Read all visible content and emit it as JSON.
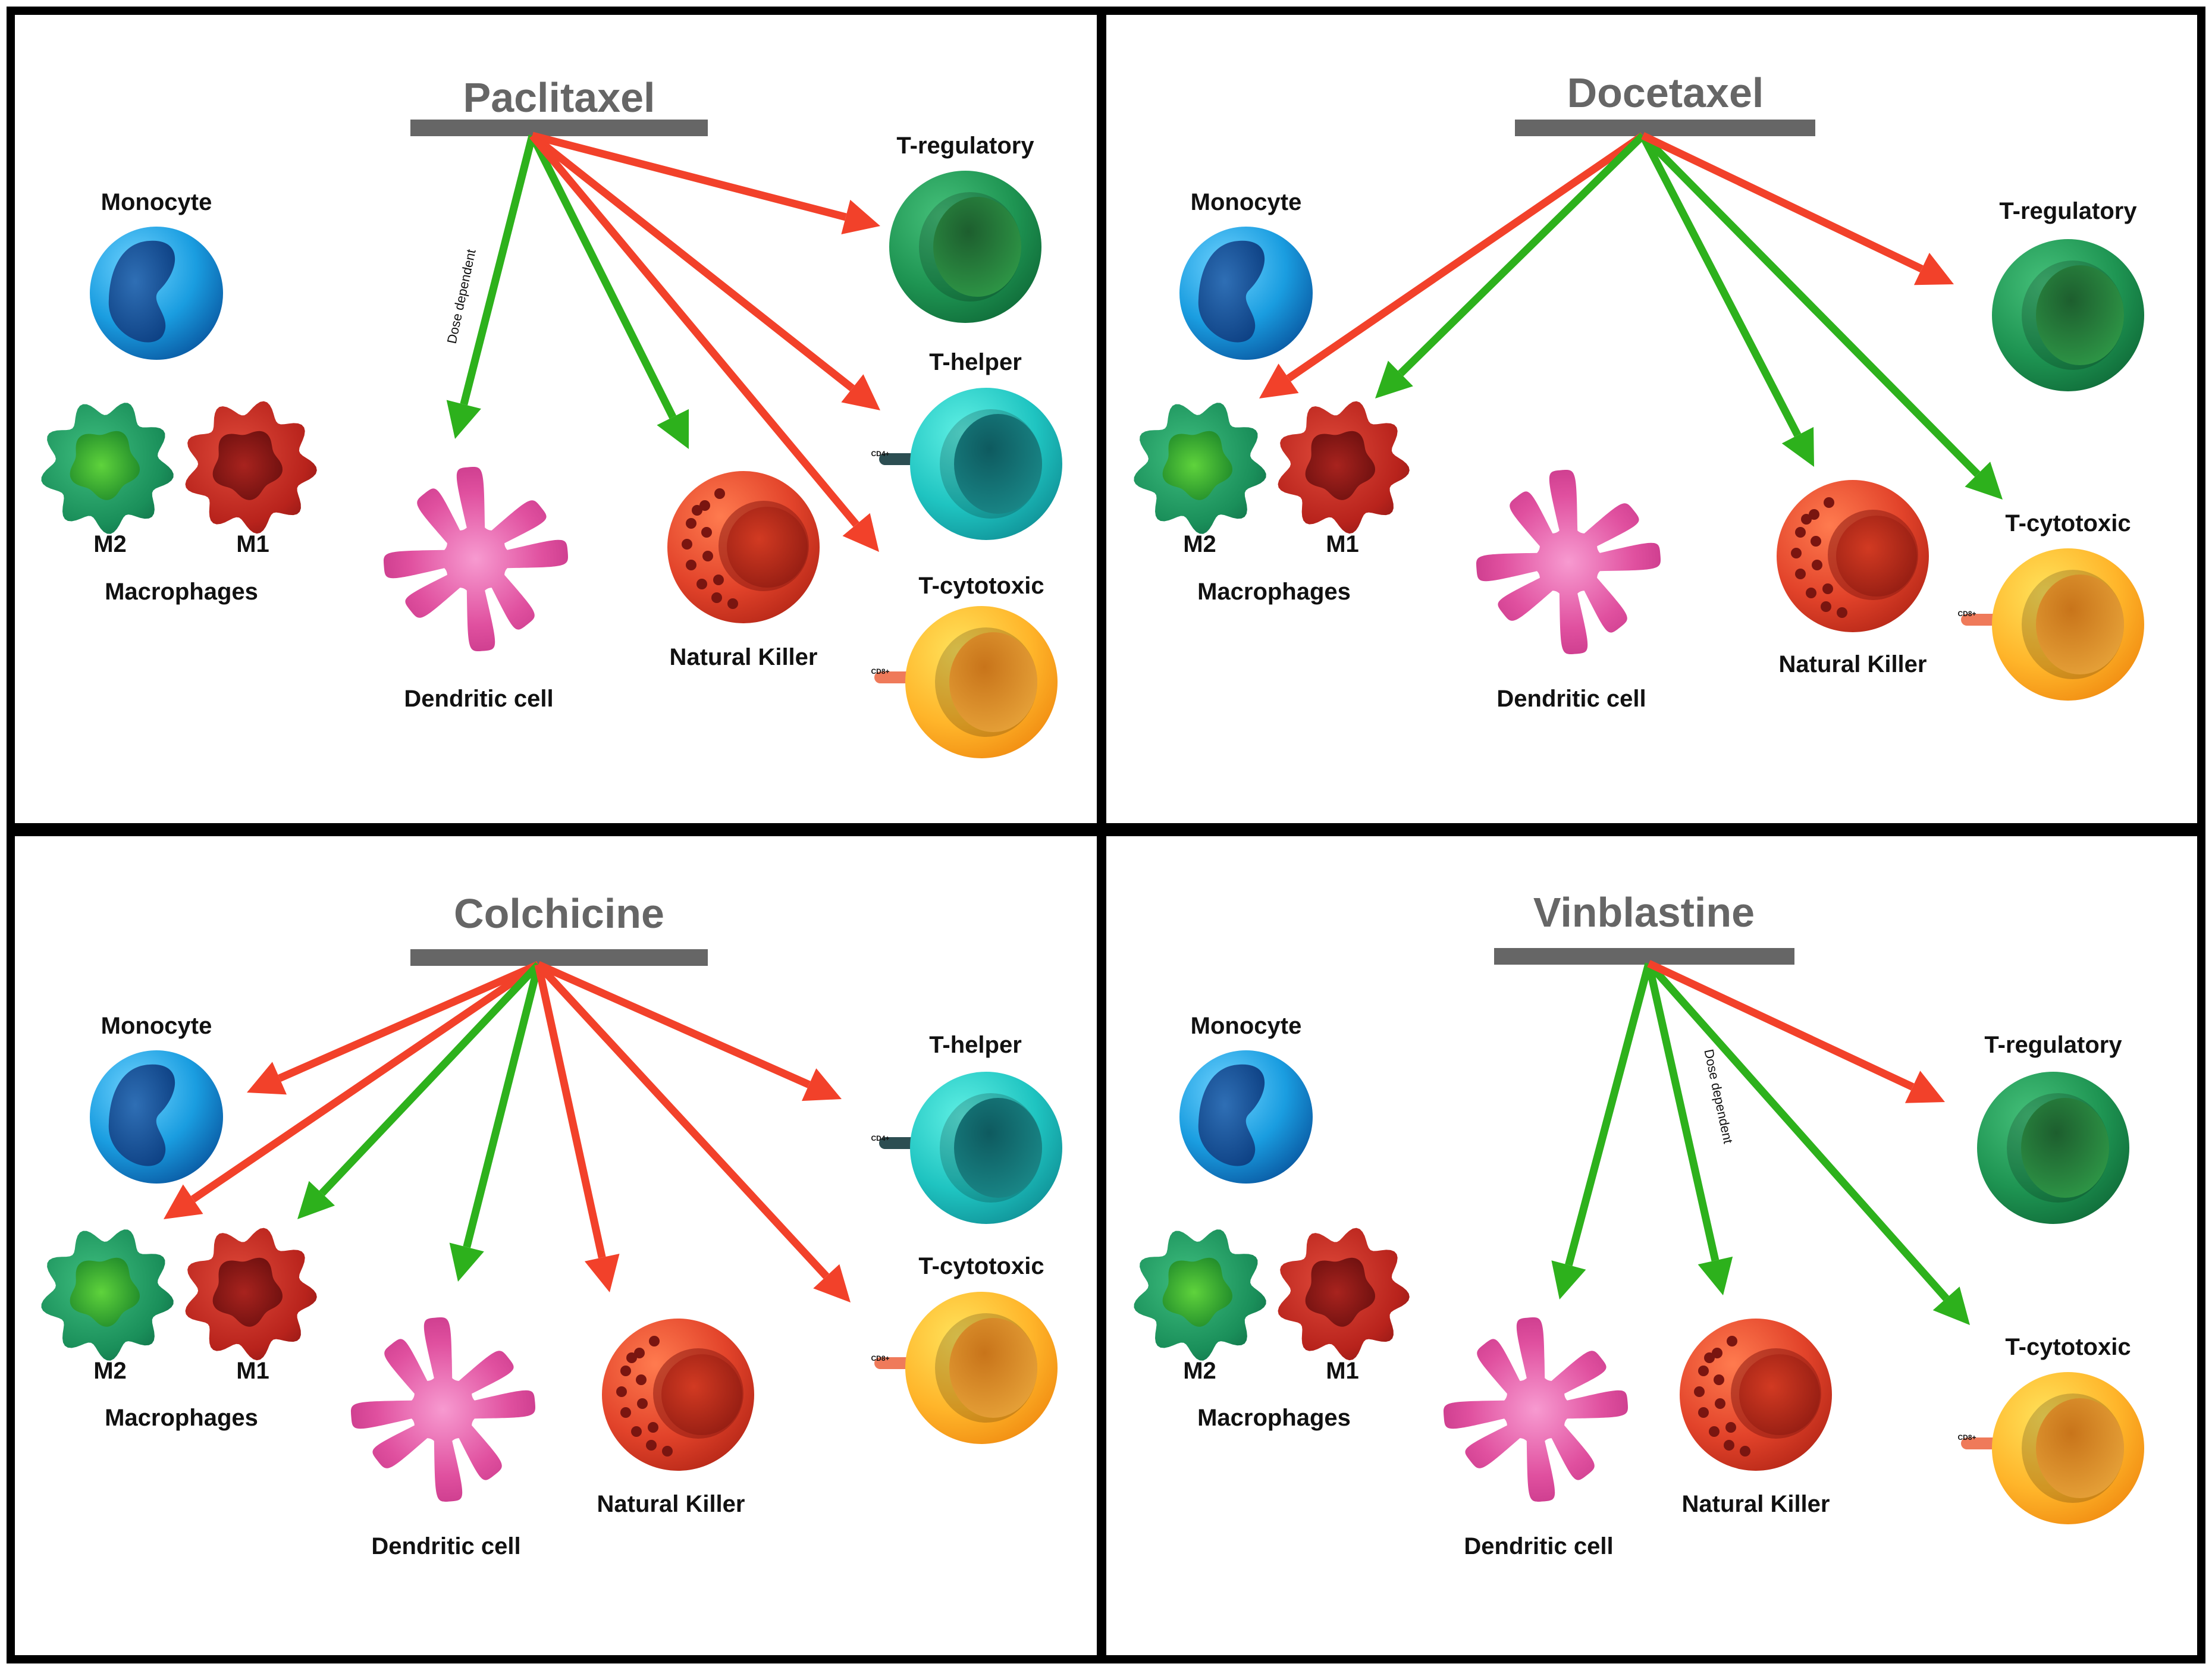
{
  "panels": [
    {
      "drug": "Paclitaxel",
      "cells": {
        "monocyte": "Monocyte",
        "m2": "M2",
        "m1": "M1",
        "macrophages": "Macrophages",
        "dendritic": "Dendritic cell",
        "nk": "Natural Killer",
        "treg": "T-regulatory",
        "thelper": "T-helper",
        "tcyto": "T-cytotoxic"
      },
      "markers": {
        "cd4": "CD4+",
        "cd8": "CD8+"
      },
      "note": "Dose dependent",
      "effects": [
        {
          "target": "Dendritic cell",
          "effect": "stimulates",
          "note": "Dose dependent"
        },
        {
          "target": "Natural Killer",
          "effect": "stimulates"
        },
        {
          "target": "T-regulatory",
          "effect": "inhibits"
        },
        {
          "target": "T-helper",
          "effect": "inhibits"
        },
        {
          "target": "T-cytotoxic",
          "effect": "inhibits"
        }
      ]
    },
    {
      "drug": "Docetaxel",
      "cells": {
        "monocyte": "Monocyte",
        "m2": "M2",
        "m1": "M1",
        "macrophages": "Macrophages",
        "dendritic": "Dendritic cell",
        "nk": "Natural Killer",
        "treg": "T-regulatory",
        "tcyto": "T-cytotoxic"
      },
      "markers": {
        "cd8": "CD8+"
      },
      "effects": [
        {
          "target": "M2",
          "effect": "inhibits"
        },
        {
          "target": "M1",
          "effect": "stimulates"
        },
        {
          "target": "Natural Killer",
          "effect": "stimulates"
        },
        {
          "target": "T-cytotoxic",
          "effect": "stimulates"
        },
        {
          "target": "T-regulatory",
          "effect": "inhibits"
        }
      ]
    },
    {
      "drug": "Colchicine",
      "cells": {
        "monocyte": "Monocyte",
        "m2": "M2",
        "m1": "M1",
        "macrophages": "Macrophages",
        "dendritic": "Dendritic cell",
        "nk": "Natural Killer",
        "thelper": "T-helper",
        "tcyto": "T-cytotoxic"
      },
      "markers": {
        "cd4": "CD4+",
        "cd8": "CD8+"
      },
      "effects": [
        {
          "target": "Monocyte",
          "effect": "inhibits"
        },
        {
          "target": "M2",
          "effect": "inhibits"
        },
        {
          "target": "M1",
          "effect": "stimulates"
        },
        {
          "target": "Dendritic cell",
          "effect": "stimulates"
        },
        {
          "target": "Natural Killer",
          "effect": "inhibits"
        },
        {
          "target": "T-helper",
          "effect": "inhibits"
        },
        {
          "target": "T-cytotoxic",
          "effect": "inhibits"
        }
      ]
    },
    {
      "drug": "Vinblastine",
      "cells": {
        "monocyte": "Monocyte",
        "m2": "M2",
        "m1": "M1",
        "macrophages": "Macrophages",
        "dendritic": "Dendritic cell",
        "nk": "Natural Killer",
        "treg": "T-regulatory",
        "tcyto": "T-cytotoxic"
      },
      "markers": {
        "cd8": "CD8+"
      },
      "note": "Dose dependent",
      "effects": [
        {
          "target": "Dendritic cell",
          "effect": "stimulates"
        },
        {
          "target": "Natural Killer",
          "effect": "stimulates",
          "note": "Dose dependent"
        },
        {
          "target": "T-cytotoxic",
          "effect": "stimulates"
        },
        {
          "target": "T-regulatory",
          "effect": "inhibits"
        }
      ]
    }
  ],
  "colors": {
    "stimulates": "#2db11c",
    "inhibits": "#f2412a",
    "drug_bar": "#666666",
    "drug_label": "#666666",
    "frame": "#000000"
  }
}
